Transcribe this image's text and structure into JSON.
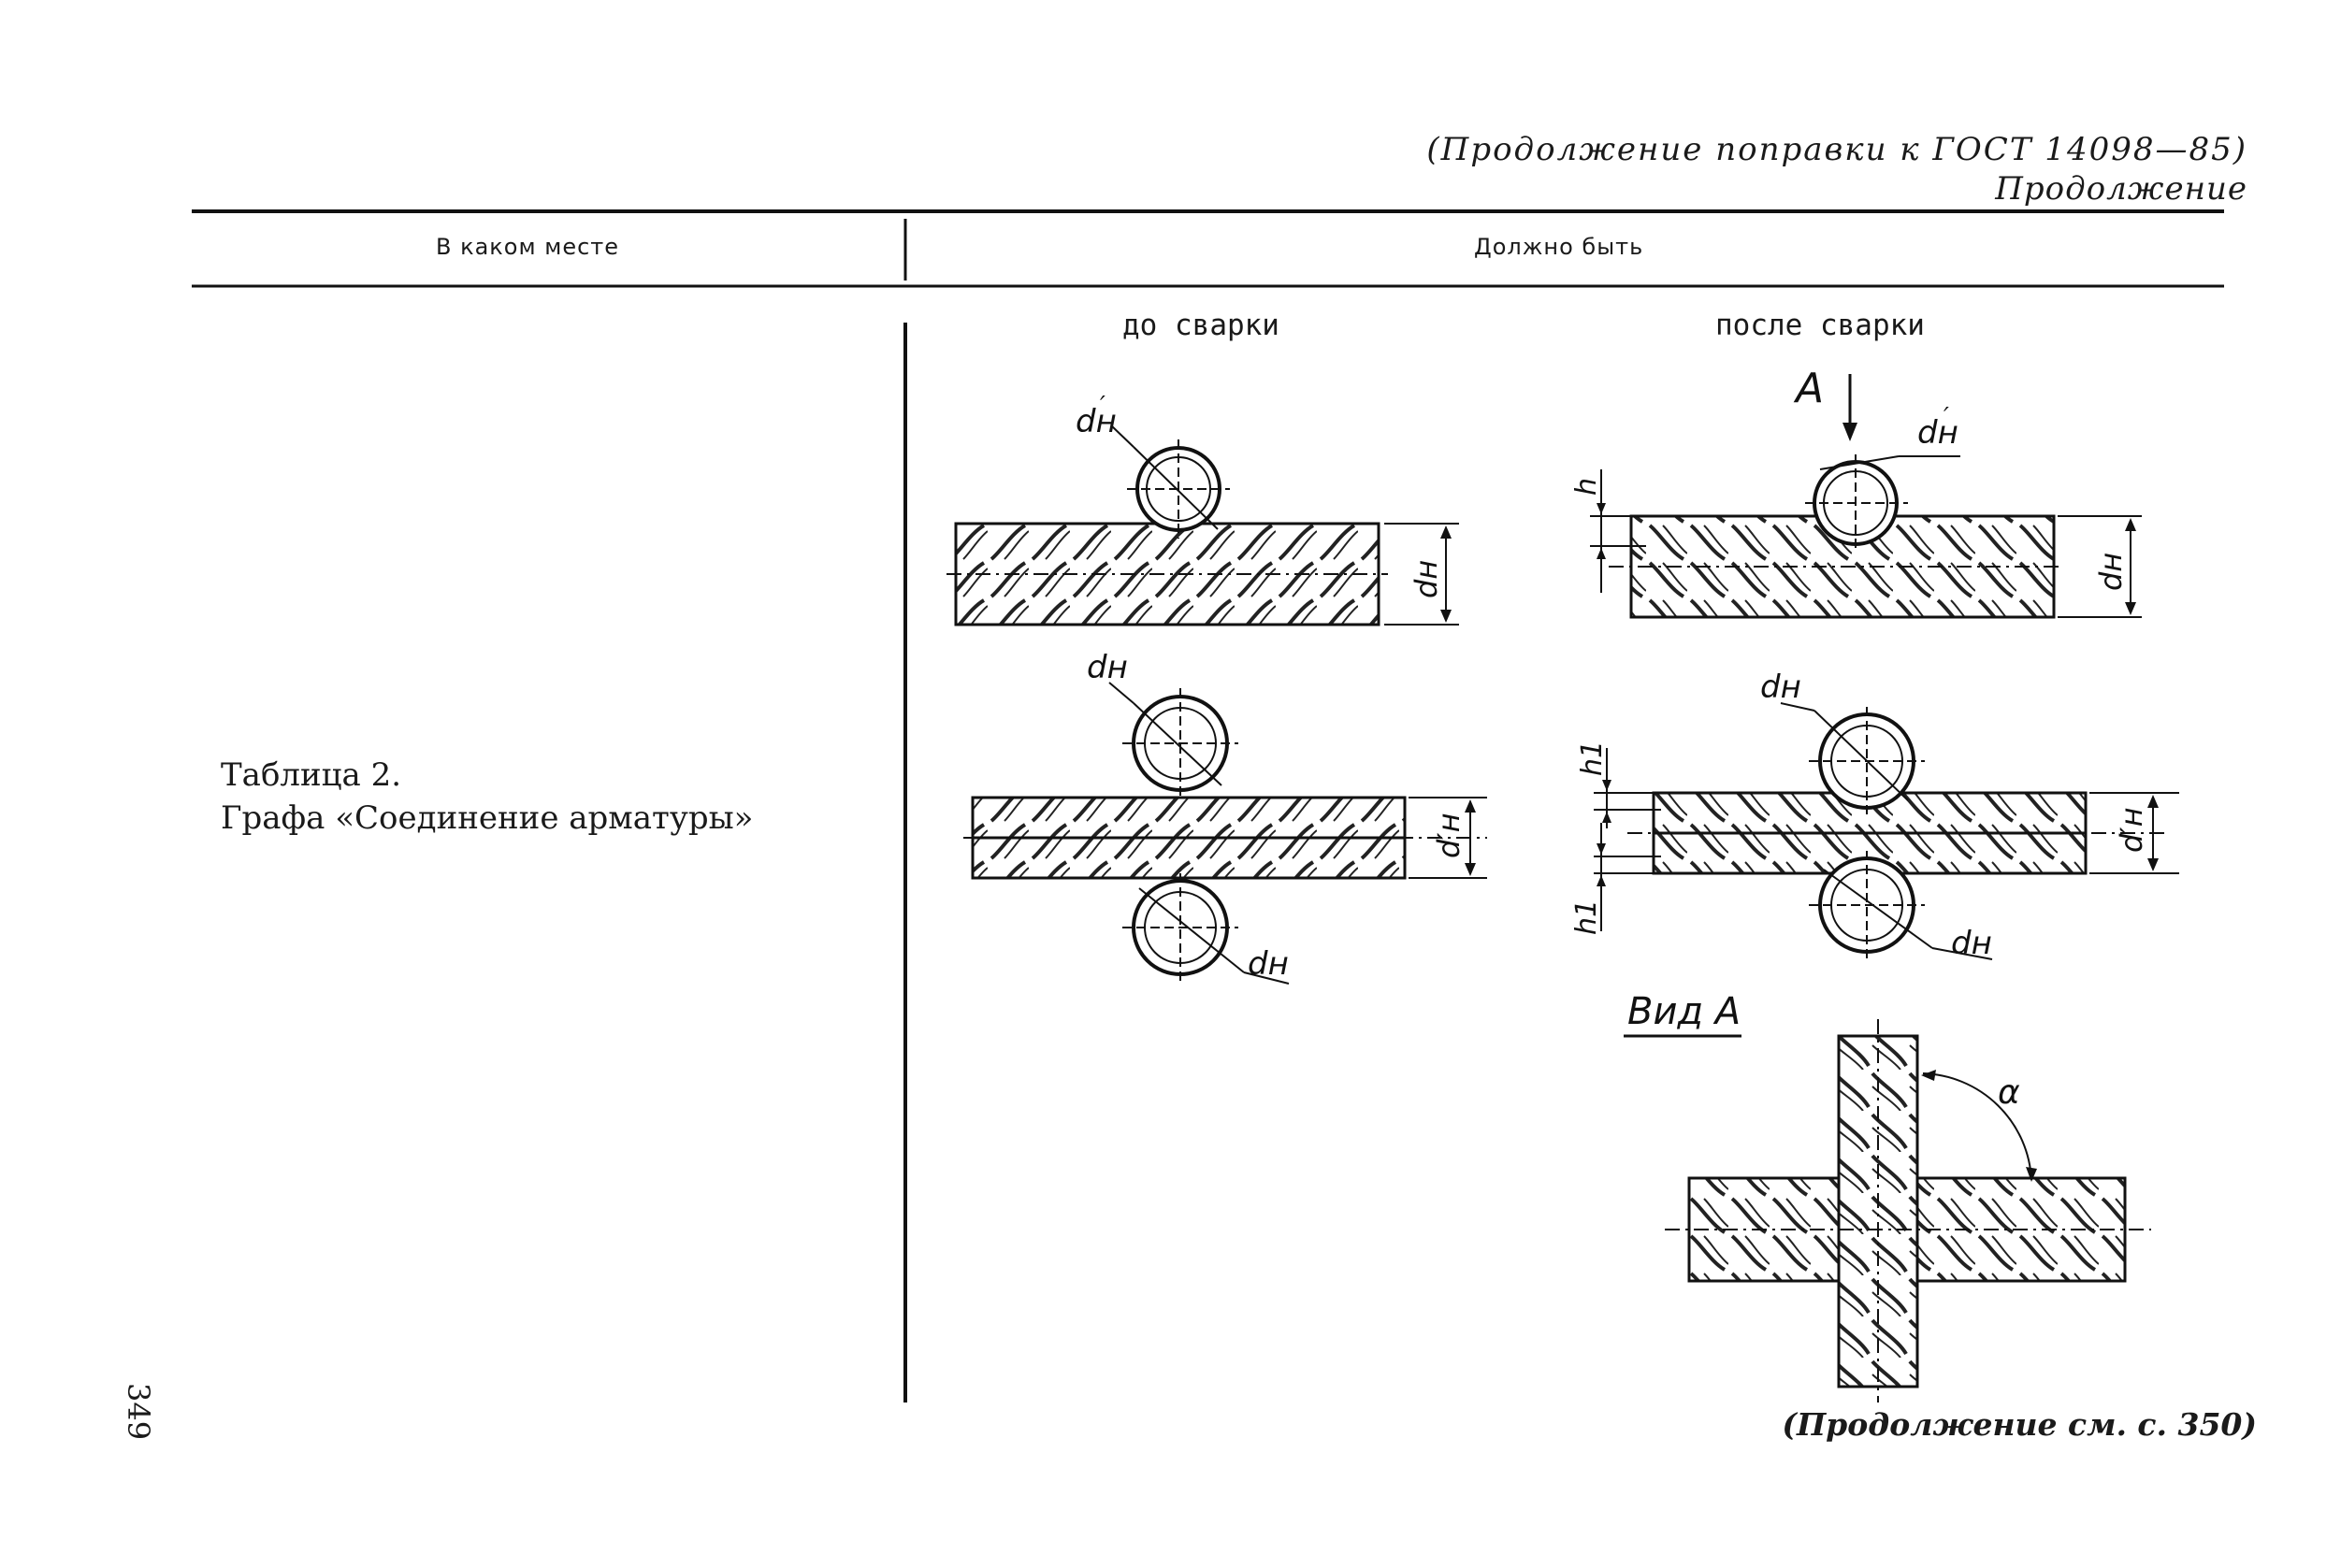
{
  "header": {
    "line1": "(Продолжение поправки к ГОСТ 14098—85)",
    "line2": "Продолжение"
  },
  "table": {
    "col1_heading": "В каком месте",
    "col2_heading": "Должно быть"
  },
  "left_cell": {
    "line1": "Таблица 2.",
    "line2": "Графа «Соединение арматуры»"
  },
  "drawing": {
    "before_label": "до сварки",
    "after_label": "после сварки",
    "view_arrow_label": "A",
    "view_label": "Вид A",
    "angle_label": "α",
    "dim_dn": "dн",
    "dim_dn_prime": "d'н",
    "dim_h": "h",
    "dim_h1": "h1"
  },
  "page_number": "349",
  "footer": "(Продолжение см. с. 350)"
}
